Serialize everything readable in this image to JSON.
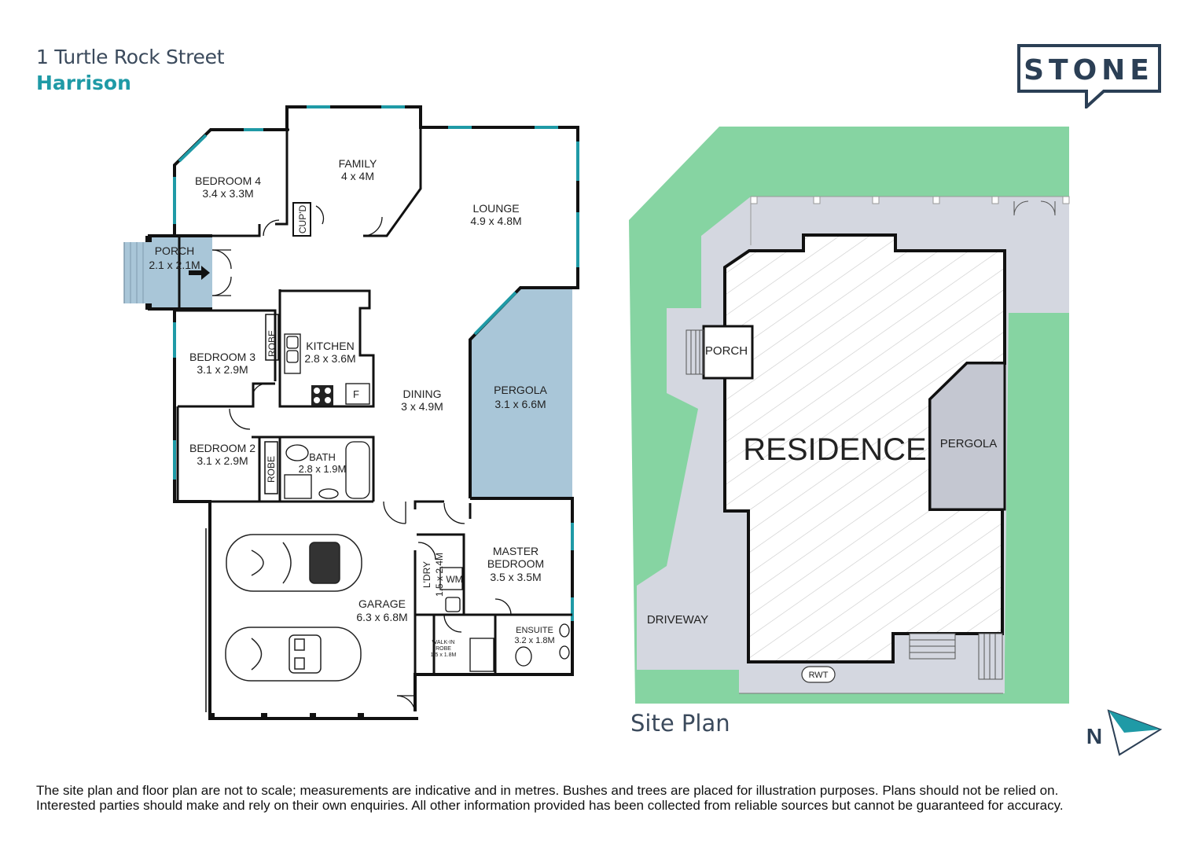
{
  "header": {
    "address_line1": "1 Turtle Rock Street",
    "address_line2": "Harrison"
  },
  "logo": {
    "text": "STONE",
    "color": "#2b3f55"
  },
  "colors": {
    "accent": "#1f9aa6",
    "porch_fill": "#a9c6d8",
    "lawn": "#86d4a2",
    "paving": "#d4d7e0",
    "walls": "#111111"
  },
  "floor_plan": {
    "rooms": [
      {
        "name": "BEDROOM 4",
        "size": "3.4 x 3.3M"
      },
      {
        "name": "FAMILY",
        "size": "4 x 4M"
      },
      {
        "name": "LOUNGE",
        "size": "4.9 x 4.8M"
      },
      {
        "name": "PORCH",
        "size": "2.1 x 2.1M"
      },
      {
        "name": "KITCHEN",
        "size": "2.8 x 3.6M"
      },
      {
        "name": "BEDROOM 3",
        "size": "3.1 x 2.9M"
      },
      {
        "name": "DINING",
        "size": "3 x 4.9M"
      },
      {
        "name": "PERGOLA",
        "size": "3.1 x 6.6M"
      },
      {
        "name": "BEDROOM 2",
        "size": "3.1 x 2.9M"
      },
      {
        "name": "BATH",
        "size": "2.8 x 1.9M"
      },
      {
        "name": "MASTER",
        "size": "BEDROOM"
      },
      {
        "name": "GARAGE",
        "size": "6.3 x 6.8M"
      },
      {
        "name": "ENSUITE",
        "size": "3.2 x 1.8M"
      }
    ],
    "master_size": "3.5 x 3.5M",
    "cupd": "CUP'D",
    "robe": "ROBE",
    "ldry": "L'DRY",
    "ldry_size": "1.5 x 2.4M",
    "wm": "WM",
    "fridge": "F",
    "walkin": "WALK-IN",
    "walkin_robe": "ROBE",
    "walkin_size": "1.5 x 1.8M"
  },
  "site_plan": {
    "title": "Site Plan",
    "residence": "RESIDENCE",
    "porch": "PORCH",
    "pergola": "PERGOLA",
    "driveway": "DRIVEWAY",
    "rwt": "RWT"
  },
  "north": {
    "label": "N"
  },
  "disclaimer": {
    "line1": "The site plan and floor plan are not to scale; measurements are indicative and in metres. Bushes and trees are placed for illustration purposes. Plans should not be relied on.",
    "line2": "Interested parties should make and rely on their own enquiries. All other information provided has been collected from reliable sources but cannot be guaranteed for accuracy."
  }
}
